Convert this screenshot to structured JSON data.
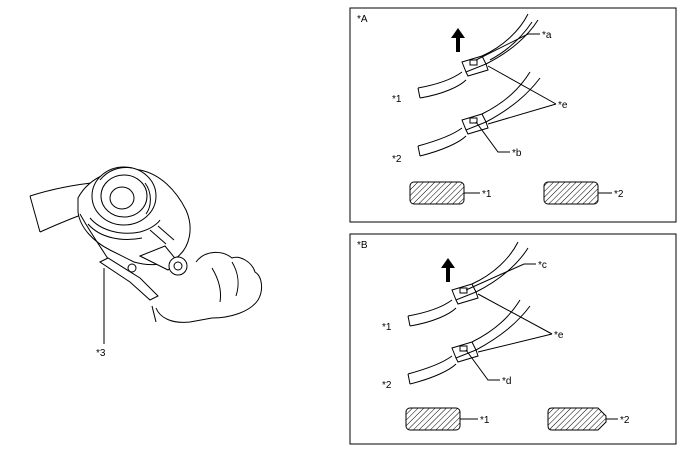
{
  "panel_a": {
    "title": "*A",
    "callouts": {
      "ring1": "*1",
      "ring2": "*2",
      "mark_top": "*a",
      "mark_bottom": "*b",
      "end_label": "*e"
    },
    "sections": {
      "s1": "*1",
      "s2": "*2"
    }
  },
  "panel_b": {
    "title": "*B",
    "callouts": {
      "ring1": "*1",
      "ring2": "*2",
      "mark_top": "*c",
      "mark_bottom": "*d",
      "end_label": "*e"
    },
    "sections": {
      "s1": "*1",
      "s2": "*2"
    }
  },
  "tool_label": "*3",
  "colors": {
    "line": "#000000",
    "background": "#ffffff",
    "arrow": "#000000"
  }
}
